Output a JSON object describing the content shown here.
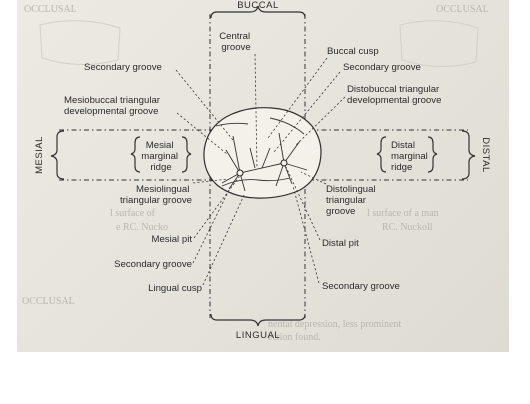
{
  "directions": {
    "top": "BUCCAL",
    "bottom": "LINGUAL",
    "left": "MESIAL",
    "right": "DISTAL"
  },
  "labels": {
    "central_groove": [
      "Central",
      "groove"
    ],
    "buccal_cusp": "Buccal cusp",
    "secondary_groove_top_left": "Secondary groove",
    "secondary_groove_top_right": "Secondary groove",
    "mesiobuccal_triangular": [
      "Mesiobuccal triangular",
      "developmental groove"
    ],
    "distobuccal_triangular": [
      "Distobuccal triangular",
      "developmental groove"
    ],
    "mesial_marginal_ridge": [
      "Mesial",
      "marginal",
      "ridge"
    ],
    "distal_marginal_ridge": [
      "Distal",
      "marginal",
      "ridge"
    ],
    "mesiolingual_triangular": [
      "Mesiolingual",
      "triangular groove"
    ],
    "distolingual_triangular": [
      "Distolingual",
      "triangular",
      "groove"
    ],
    "mesial_pit": "Mesial pit",
    "distal_pit": "Distal pit",
    "secondary_groove_bottom_left": "Secondary groove",
    "secondary_groove_bottom_right": "Secondary groove",
    "lingual_cusp": "Lingual cusp"
  },
  "background_bleed": {
    "top_left": "OCCLUSAL",
    "top_right": "OCCLUSAL",
    "bottom_left": "OCCLUSAL",
    "mid_right_1": "l surface of a man",
    "mid_right_2": "RC. Nuckoll",
    "mid_left_1": "l surface of",
    "mid_left_2": "e RC. Nucko",
    "bottom_right_1": "nental depression, less prominent",
    "bottom_right_2": "ection found."
  }
}
